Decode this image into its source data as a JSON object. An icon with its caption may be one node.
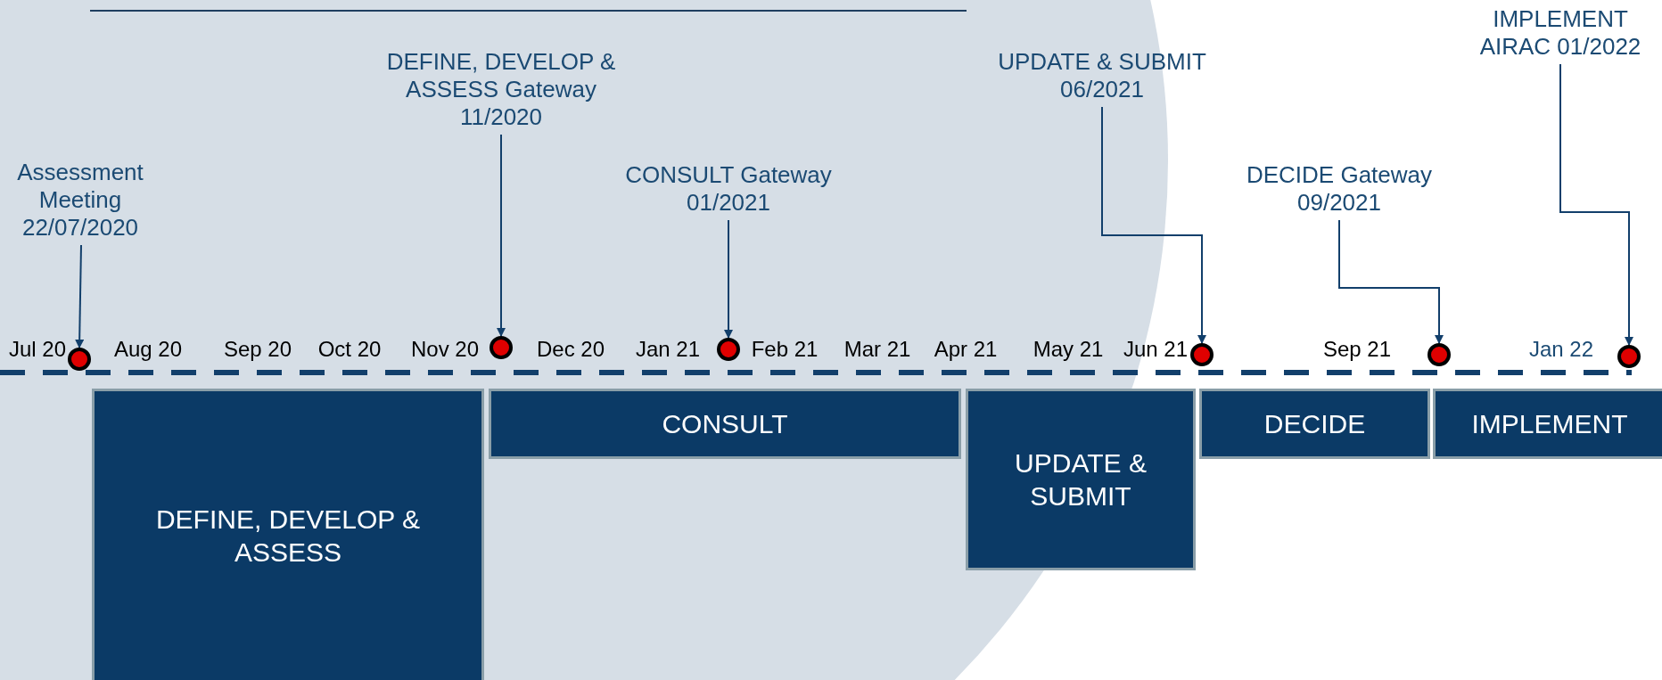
{
  "diagram": {
    "nodes": [
      {
        "text": [
          "Assessment Meeting 22/07/2020"
        ]
      },
      {
        "text": [
          "DEFINE, DEVELOP & ASSESS Gateway 11/2020"
        ]
      },
      {
        "text": [
          "CONSULT Gateway 01/2021"
        ]
      },
      {
        "text": [
          "UPDATE & SUBMIT 06/2021"
        ]
      },
      {
        "text": [
          "DECIDE Gateway 09/2021"
        ]
      },
      {
        "text": [
          "IMPLEMENT AIRAC 01/2022"
        ]
      },
      {
        "text": [],
        "shape": "circle"
      },
      {
        "text": [],
        "shape": "circle"
      },
      {
        "text": [],
        "shape": "circle"
      },
      {
        "text": [],
        "shape": "circle"
      },
      {
        "text": [],
        "shape": "circle"
      },
      {
        "text": [],
        "shape": "circle"
      },
      {
        "text": [
          "DEFINE, DEVELOP & ASSESS"
        ]
      },
      {
        "text": [
          "CONSULT"
        ]
      },
      {
        "text": [
          "UPDATE & SUBMIT"
        ]
      },
      {
        "text": [
          "DECIDE"
        ]
      },
      {
        "text": [
          "IMPLEMENT"
        ]
      }
    ],
    "edges": [
      {
        "from": 0,
        "to": 6,
        "arrow": "to"
      },
      {
        "from": 1,
        "to": 7,
        "arrow": "to"
      },
      {
        "from": 2,
        "to": 8,
        "arrow": "to"
      },
      {
        "from": 3,
        "to": 9,
        "arrow": "to"
      },
      {
        "from": 4,
        "to": 10,
        "arrow": "to"
      },
      {
        "from": 5,
        "to": 11,
        "arrow": "to"
      }
    ],
    "labels": [
      "Jul 20",
      "Aug 20",
      "Sep 20",
      "Oct 20",
      "Nov 20",
      "Dec 20",
      "Jan 21",
      "Feb 21",
      "Mar 21",
      "Apr 21",
      "May 21",
      "Jun 21",
      "Sep 21",
      "Jan 22"
    ]
  }
}
